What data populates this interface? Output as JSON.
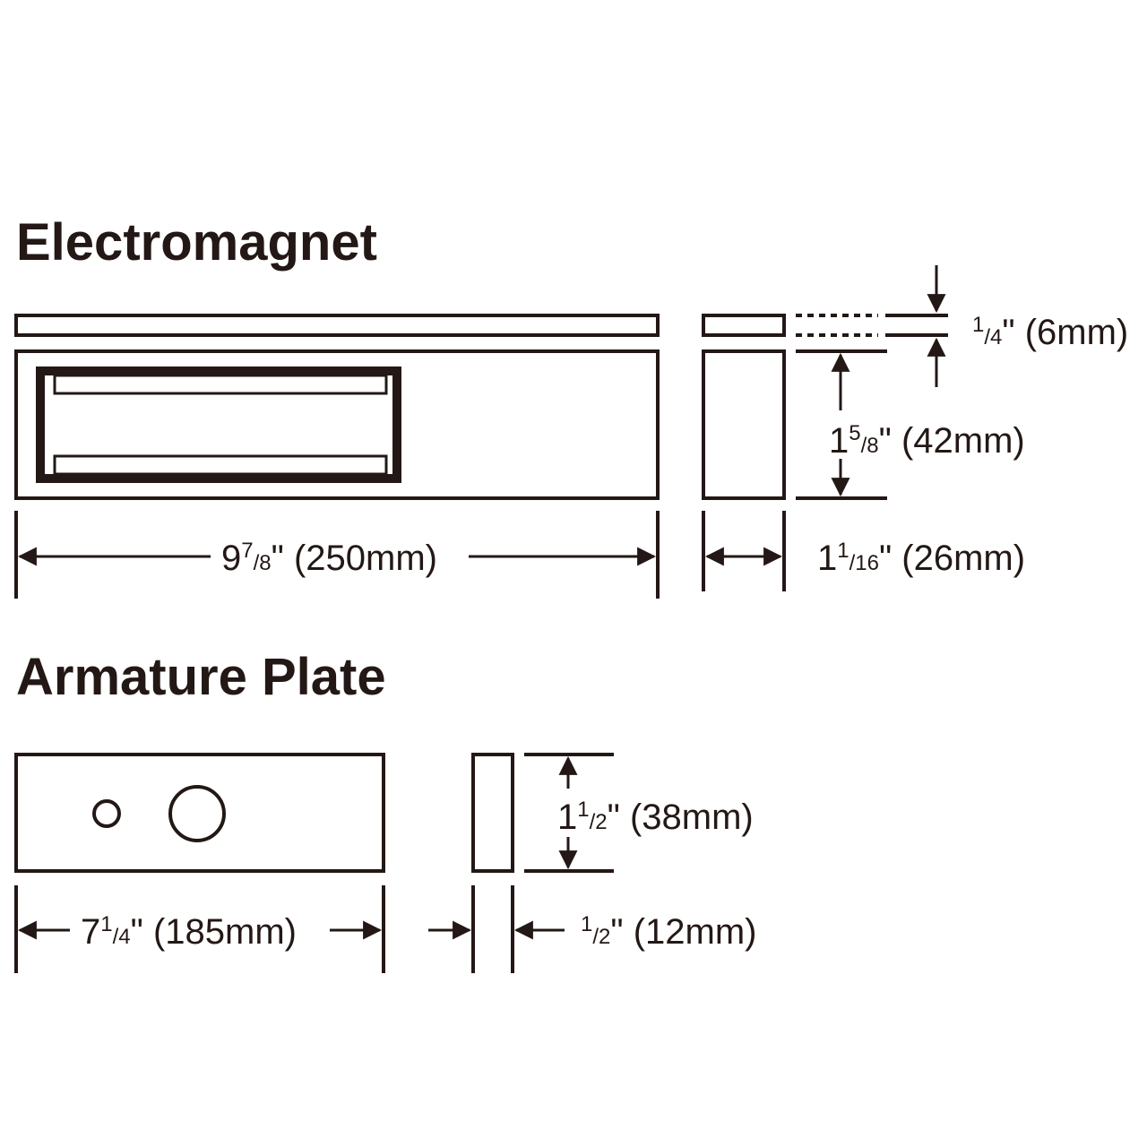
{
  "electromagnet": {
    "title": "Electromagnet",
    "dim_length": {
      "whole": "9",
      "num": "7",
      "den": "8",
      "rest": "\" (250mm)"
    },
    "dim_height": {
      "whole": "1",
      "num": "5",
      "den": "8",
      "rest": "\" (42mm)"
    },
    "dim_depth": {
      "whole": "1",
      "num": "1",
      "den": "16",
      "rest": "\" (26mm)"
    },
    "dim_plate_thickness": {
      "num": "1",
      "den": "4",
      "rest": "\" (6mm)"
    }
  },
  "armature_plate": {
    "title": "Armature Plate",
    "dim_length": {
      "whole": "7",
      "num": "1",
      "den": "4",
      "rest": "\" (185mm)"
    },
    "dim_height": {
      "whole": "1",
      "num": "1",
      "den": "2",
      "rest": "\" (38mm)"
    },
    "dim_thickness": {
      "num": "1",
      "den": "2",
      "rest": "\" (12mm)"
    }
  },
  "colors": {
    "ink": "#231815",
    "background": "#ffffff"
  }
}
